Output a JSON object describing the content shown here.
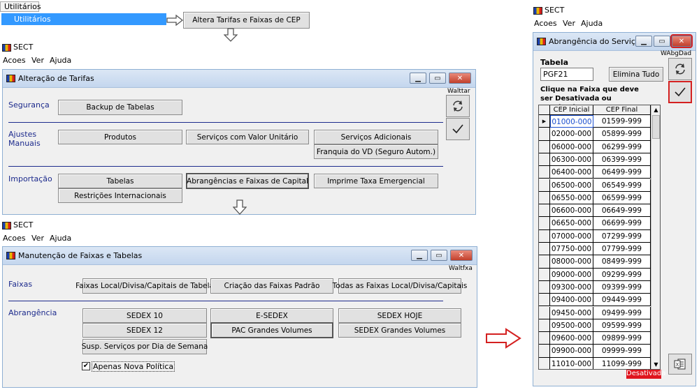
{
  "top_menu": {
    "menu_label": "Utilitários",
    "submenu_label": "Utilitários",
    "action_label": "Altera Tarifas e Faixas de CEP"
  },
  "app": {
    "name": "SECT",
    "menu": [
      "Acoes",
      "Ver",
      "Ajuda"
    ]
  },
  "win_tarifas": {
    "title": "Alteração de Tarifas",
    "code": "Walttar",
    "sections": {
      "seguranca": "Segurança",
      "ajustes": "Ajustes Manuais",
      "importacao": "Importação"
    },
    "buttons": {
      "backup": "Backup de Tabelas",
      "produtos": "Produtos",
      "servicos_valor": "Serviços com Valor Unitário",
      "servicos_adicionais": "Serviços Adicionais",
      "franquia": "Franquia do VD (Seguro Autom.)",
      "tabelas": "Tabelas",
      "abrangencias": "Abrangências e Faixas de Capital",
      "imprime": "Imprime Taxa Emergencial",
      "restricoes": "Restrições Internacionais"
    }
  },
  "win_faixas": {
    "title": "Manutenção de Faixas e Tabelas",
    "code": "Waltfxa",
    "sections": {
      "faixas": "Faixas",
      "abrangencia": "Abrangência"
    },
    "buttons": {
      "faixas_local": "Faixas Local/Divisa/Capitais de Tabela",
      "criacao": "Criação das Faixas Padrão",
      "todas": "Todas as Faixas Local/Divisa/Capitais",
      "sedex10": "SEDEX 10",
      "esedex": "E-SEDEX",
      "sedexhoje": "SEDEX HOJE",
      "sedex12": "SEDEX 12",
      "pac": "PAC Grandes Volumes",
      "sedexgv": "SEDEX Grandes Volumes",
      "susp": "Susp. Serviços por Dia de Semana"
    },
    "checkbox_label": "Apenas Nova Política",
    "checkbox_checked": true
  },
  "win_abrangencia": {
    "title": "Abrangência do Serviço",
    "code": "WAbgDad",
    "tabela_label": "Tabela",
    "tabela_value": "PGF21",
    "elimina_label": "Elimina Tudo",
    "instruction": "Clique na Faixa que deve ser Desativada ou Reativada",
    "columns": [
      "CEP Inicial",
      "CEP Final"
    ],
    "rows": [
      [
        "01000-000",
        "01599-999"
      ],
      [
        "02000-000",
        "05899-999"
      ],
      [
        "06000-000",
        "06299-999"
      ],
      [
        "06300-000",
        "06399-999"
      ],
      [
        "06400-000",
        "06499-999"
      ],
      [
        "06500-000",
        "06549-999"
      ],
      [
        "06550-000",
        "06599-999"
      ],
      [
        "06600-000",
        "06649-999"
      ],
      [
        "06650-000",
        "06699-999"
      ],
      [
        "07000-000",
        "07299-999"
      ],
      [
        "07750-000",
        "07799-999"
      ],
      [
        "08000-000",
        "08499-999"
      ],
      [
        "09000-000",
        "09299-999"
      ],
      [
        "09300-000",
        "09399-999"
      ],
      [
        "09400-000",
        "09449-999"
      ],
      [
        "09450-000",
        "09499-999"
      ],
      [
        "09500-000",
        "09599-999"
      ],
      [
        "09600-000",
        "09899-999"
      ],
      [
        "09900-000",
        "09999-999"
      ],
      [
        "11010-000",
        "11099-999"
      ]
    ],
    "status": "Desativada",
    "colors": {
      "status_bg": "#e0141e",
      "highlight": "#d42020",
      "accent": "#1c2a8c",
      "selected_text": "#1b4fd0"
    }
  }
}
